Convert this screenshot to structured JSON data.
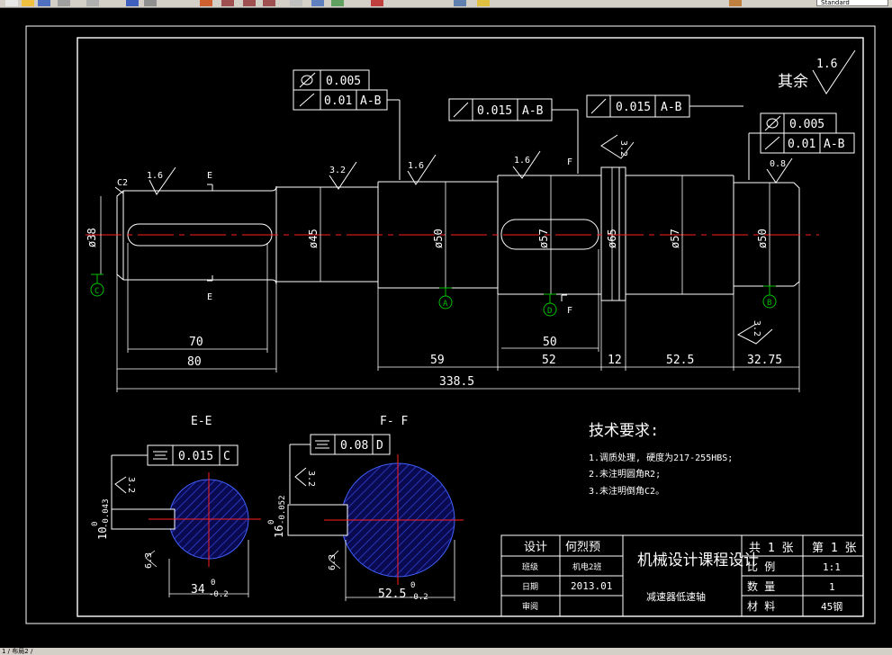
{
  "toolbar": {
    "icons": [
      "new-icon",
      "open-icon",
      "save-icon",
      "print-icon",
      "cut-icon",
      "copy-icon",
      "undo-icon",
      "pan-icon",
      "zoom-realtime-icon",
      "zoom-window-icon",
      "zoom-previous-icon",
      "properties-icon",
      "designcenter-icon",
      "toolpalettes-icon",
      "markup-icon",
      "layer-icon",
      "layer-state-icon",
      "color-icon"
    ],
    "style_value": "Standard"
  },
  "status": {
    "layout_tabs": "1 / 布局2 /"
  },
  "drawing": {
    "remainder_label": "其余",
    "surface_finish": {
      "default": "1.6",
      "c2": "C2",
      "ra1": "1.6",
      "ra2": "3.2",
      "ra3": "1.6",
      "ra4": "1.6",
      "ra_right": "0.8",
      "ra_step": "3.2",
      "ra_bottom": "3.2",
      "ra_ee": "3.2",
      "ra_ee2": "6.3",
      "ra_ff": "3.2",
      "ra_ff2": "6.3"
    },
    "tolerance_frames": {
      "tl_row1": "0.005",
      "tl_row2_val": "0.01",
      "tl_row2_ref": "A-B",
      "mid1_val": "0.015",
      "mid1_ref": "A-B",
      "mid2_val": "0.015",
      "mid2_ref": "A-B",
      "tr_row1": "0.005",
      "tr_row2_val": "0.01",
      "tr_row2_ref": "A-B",
      "ee_val": "0.015",
      "ee_ref": "C",
      "ff_val": "0.08",
      "ff_ref": "D"
    },
    "section_marks": {
      "e_top": "E",
      "e_bot": "E",
      "f_top": "F",
      "f_bot": "F"
    },
    "datums": {
      "a": "A",
      "b": "B",
      "c": "C",
      "d": "D"
    },
    "diameters": {
      "d38": "ø38",
      "d45": "ø45",
      "d50a": "ø50",
      "d57a": "ø57",
      "d65": "ø65",
      "d57b": "ø57",
      "d50b": "ø50"
    },
    "lengths": {
      "l70": "70",
      "l80": "80",
      "l59": "59",
      "l50": "50",
      "l52": "52",
      "l12": "12",
      "l52_5": "52.5",
      "l32_75": "32.75",
      "l338_5": "338.5"
    },
    "section_ee": {
      "title": "E-E",
      "width": "34",
      "width_tol": "0",
      "width_tol_low": "-0.2",
      "key": "10",
      "key_tol_up": "0",
      "key_tol_low": "-0.043"
    },
    "section_ff": {
      "title": "F- F",
      "width": "52.5",
      "width_tol": "0",
      "width_tol_low": "-0.2",
      "key": "16",
      "key_tol_up": "0",
      "key_tol_low": "-0.052"
    },
    "tech_req": {
      "title": "技术要求:",
      "items": [
        "1.调质处理, 硬度为217-255HBS;",
        "2.未注明圆角R2;",
        "3.未注明倒角C2。"
      ]
    },
    "title_block": {
      "design_label": "设计",
      "designer": "何烈预",
      "class_label": "班级",
      "class_value": "机电2班",
      "date_label": "日期",
      "date_value": "2013.01",
      "review_label": "审阅",
      "course_title": "机械设计课程设计",
      "part_name": "减速器低速轴",
      "total_sheets": "共 1 张",
      "sheet_no": "第 1 张",
      "scale_label": "比  例",
      "scale_value": "1:1",
      "qty_label": "数  量",
      "qty_value": "1",
      "material_label": "材  料",
      "material_value": "45钢"
    }
  },
  "colors": {
    "background": "#000000",
    "lines": "#ffffff",
    "centerline": "#ff2020",
    "datum": "#00c000",
    "hatch": "#2020b0",
    "section_outline": "#4060ff"
  }
}
